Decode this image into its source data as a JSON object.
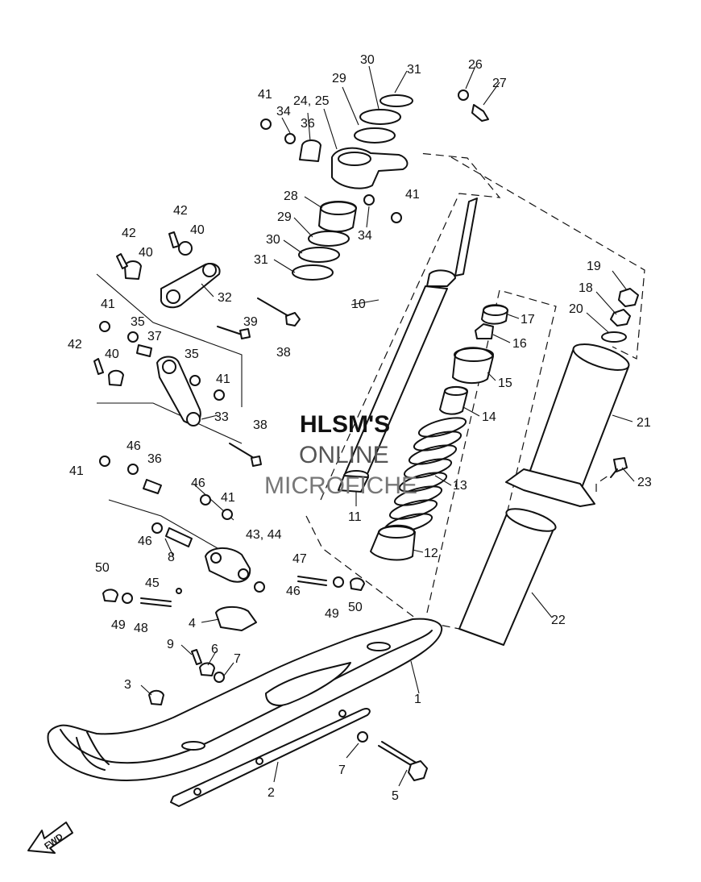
{
  "watermark": {
    "line1": "HLSM'S",
    "line2": "ONLINE",
    "line3": "MICROFICHE"
  },
  "direction_badge": "FWD",
  "callouts": [
    {
      "id": "c1",
      "text": "1"
    },
    {
      "id": "c2",
      "text": "2"
    },
    {
      "id": "c3",
      "text": "3"
    },
    {
      "id": "c4",
      "text": "4"
    },
    {
      "id": "c5",
      "text": "5"
    },
    {
      "id": "c6",
      "text": "6"
    },
    {
      "id": "c7a",
      "text": "7"
    },
    {
      "id": "c7b",
      "text": "7"
    },
    {
      "id": "c8",
      "text": "8"
    },
    {
      "id": "c9",
      "text": "9"
    },
    {
      "id": "c10",
      "text": "10"
    },
    {
      "id": "c11",
      "text": "11"
    },
    {
      "id": "c12",
      "text": "12"
    },
    {
      "id": "c13",
      "text": "13"
    },
    {
      "id": "c14",
      "text": "14"
    },
    {
      "id": "c15",
      "text": "15"
    },
    {
      "id": "c16",
      "text": "16"
    },
    {
      "id": "c17",
      "text": "17"
    },
    {
      "id": "c18",
      "text": "18"
    },
    {
      "id": "c19",
      "text": "19"
    },
    {
      "id": "c20",
      "text": "20"
    },
    {
      "id": "c21",
      "text": "21"
    },
    {
      "id": "c22",
      "text": "22"
    },
    {
      "id": "c23",
      "text": "23"
    },
    {
      "id": "c2425",
      "text": "24, 25"
    },
    {
      "id": "c26",
      "text": "26"
    },
    {
      "id": "c27",
      "text": "27"
    },
    {
      "id": "c28",
      "text": "28"
    },
    {
      "id": "c29a",
      "text": "29"
    },
    {
      "id": "c29b",
      "text": "29"
    },
    {
      "id": "c30a",
      "text": "30"
    },
    {
      "id": "c30b",
      "text": "30"
    },
    {
      "id": "c31a",
      "text": "31"
    },
    {
      "id": "c31b",
      "text": "31"
    },
    {
      "id": "c32",
      "text": "32"
    },
    {
      "id": "c33",
      "text": "33"
    },
    {
      "id": "c34a",
      "text": "34"
    },
    {
      "id": "c34b",
      "text": "34"
    },
    {
      "id": "c35a",
      "text": "35"
    },
    {
      "id": "c35b",
      "text": "35"
    },
    {
      "id": "c36a",
      "text": "36"
    },
    {
      "id": "c36b",
      "text": "36"
    },
    {
      "id": "c37",
      "text": "37"
    },
    {
      "id": "c38a",
      "text": "38"
    },
    {
      "id": "c38b",
      "text": "38"
    },
    {
      "id": "c39",
      "text": "39"
    },
    {
      "id": "c40a",
      "text": "40"
    },
    {
      "id": "c40b",
      "text": "40"
    },
    {
      "id": "c40c",
      "text": "40"
    },
    {
      "id": "c41a",
      "text": "41"
    },
    {
      "id": "c41b",
      "text": "41"
    },
    {
      "id": "c41c",
      "text": "41"
    },
    {
      "id": "c41d",
      "text": "41"
    },
    {
      "id": "c41e",
      "text": "41"
    },
    {
      "id": "c41f",
      "text": "41"
    },
    {
      "id": "c42a",
      "text": "42"
    },
    {
      "id": "c42b",
      "text": "42"
    },
    {
      "id": "c42c",
      "text": "42"
    },
    {
      "id": "c4344",
      "text": "43, 44"
    },
    {
      "id": "c45",
      "text": "45"
    },
    {
      "id": "c46a",
      "text": "46"
    },
    {
      "id": "c46b",
      "text": "46"
    },
    {
      "id": "c46c",
      "text": "46"
    },
    {
      "id": "c46d",
      "text": "46"
    },
    {
      "id": "c47",
      "text": "47"
    },
    {
      "id": "c48",
      "text": "48"
    },
    {
      "id": "c49a",
      "text": "49"
    },
    {
      "id": "c49b",
      "text": "49"
    },
    {
      "id": "c50a",
      "text": "50"
    },
    {
      "id": "c50b",
      "text": "50"
    }
  ]
}
